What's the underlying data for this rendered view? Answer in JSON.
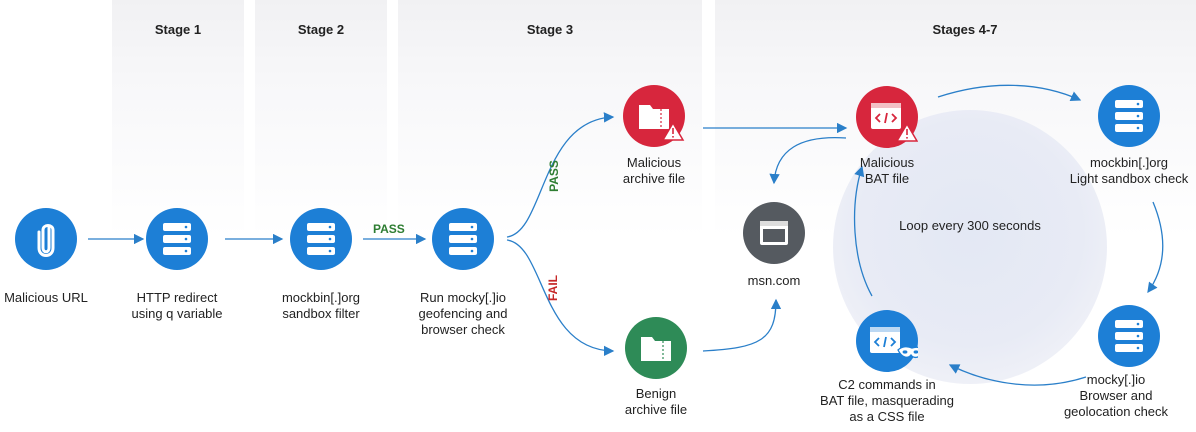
{
  "stages": [
    {
      "title": "Stage 1"
    },
    {
      "title": "Stage 2"
    },
    {
      "title": "Stage 3"
    },
    {
      "title": "Stages 4-7"
    }
  ],
  "nodes": {
    "malicious_url": {
      "label_lines": [
        "Malicious URL"
      ],
      "icon": "paperclip-icon"
    },
    "http_redirect": {
      "label_lines": [
        "HTTP redirect",
        "using q variable"
      ],
      "icon": "server-icon"
    },
    "mockbin_filter": {
      "label_lines": [
        "mockbin[.]org",
        "sandbox filter"
      ],
      "icon": "server-icon"
    },
    "mocky_check": {
      "label_lines": [
        "Run mocky[.]io",
        "geofencing and",
        "browser check"
      ],
      "icon": "server-icon"
    },
    "malicious_archive": {
      "label_lines": [
        "Malicious",
        "archive file"
      ],
      "icon": "folder-warning-icon"
    },
    "benign_archive": {
      "label_lines": [
        "Benign",
        "archive file"
      ],
      "icon": "folder-icon"
    },
    "msn": {
      "label_lines": [
        "msn.com"
      ],
      "icon": "browser-window-icon"
    },
    "malicious_bat": {
      "label_lines": [
        "Malicious",
        "BAT file"
      ],
      "icon": "code-window-warning-icon"
    },
    "mockbin_light": {
      "label_lines": [
        "mockbin[.]org",
        "Light sandbox check"
      ],
      "icon": "server-icon"
    },
    "mocky_browser": {
      "label_lines": [
        "mocky[.]io",
        "Browser and",
        "geolocation check"
      ],
      "icon": "server-icon"
    },
    "c2_commands": {
      "label_lines": [
        "C2 commands in",
        "BAT file, masquerading",
        "as a CSS file"
      ],
      "icon": "code-window-mask-icon"
    }
  },
  "edge_labels": {
    "pass_1": "PASS",
    "pass_2": "PASS",
    "fail": "FAIL"
  },
  "loop_text": "Loop every 300 seconds",
  "colors": {
    "blue": "#1d7fd6",
    "red": "#d7263d",
    "green": "#2e8b57",
    "gray": "#555a60",
    "arrow": "#2a7fc9",
    "pass": "#2e7d32",
    "fail": "#c62828"
  }
}
